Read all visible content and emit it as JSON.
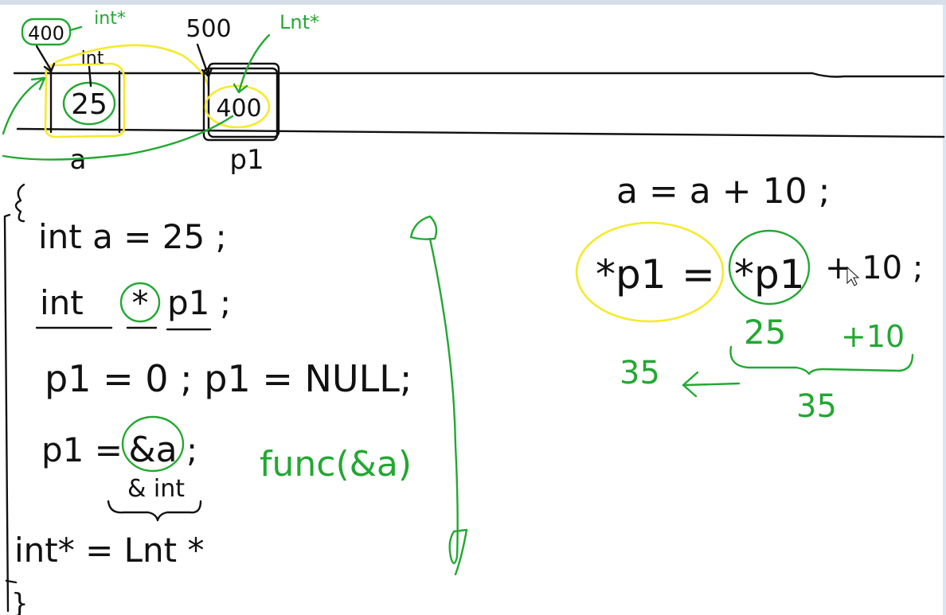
{
  "colors": {
    "ink": "#111111",
    "green": "#22a832",
    "yellow": "#f5ea2a",
    "paper": "#ffffff"
  },
  "memory": {
    "addr_a": "400",
    "type_a_ptr": "int*",
    "addr_p1": "500",
    "type_p1_ptr": "Lnt*",
    "type_a": "int",
    "value_a": "25",
    "value_p1": "400",
    "label_a": "a",
    "label_p1": "p1"
  },
  "code": {
    "open_brace": "{",
    "line1": "int a = 25 ;",
    "line2_type": "int",
    "line2_star": "*",
    "line2_name": "p1",
    "line2_semi": ";",
    "line3": "p1 = 0 ; p1 = NULL;",
    "line4_lhs": "p1 =",
    "line4_addr": "&a",
    "line4_semi": ";",
    "line4_note": "& int",
    "line5": "int* = Lnt *",
    "close_brace": "}",
    "func_call": "func(&a)"
  },
  "right": {
    "expr1": "a = a + 10 ;",
    "expr2_lhs": "*p1",
    "expr2_eq": "=",
    "expr2_rhs": "*p1",
    "expr2_tail": "+ 10 ;",
    "sum_a": "25",
    "sum_b": "+10",
    "sum_result": "35",
    "result_left": "35"
  },
  "icons": {
    "cursor": "mouse-pointer-icon"
  }
}
